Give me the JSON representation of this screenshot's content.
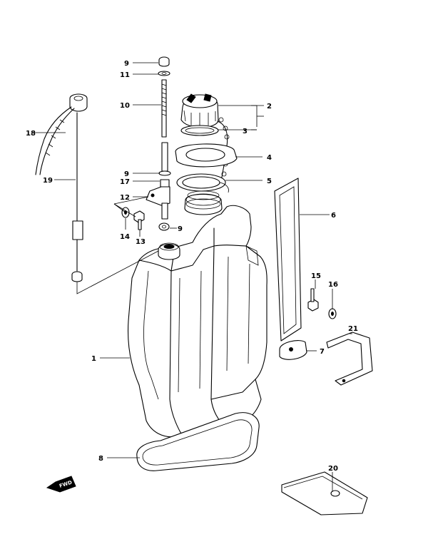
{
  "parts": [
    {
      "id": "p9a",
      "num": "9"
    },
    {
      "id": "p11",
      "num": "11"
    },
    {
      "id": "p10",
      "num": "10"
    },
    {
      "id": "p2",
      "num": "2"
    },
    {
      "id": "p3",
      "num": "3"
    },
    {
      "id": "p18",
      "num": "18"
    },
    {
      "id": "p4",
      "num": "4"
    },
    {
      "id": "p9b",
      "num": "9"
    },
    {
      "id": "p17",
      "num": "17"
    },
    {
      "id": "p5",
      "num": "5"
    },
    {
      "id": "p19",
      "num": "19"
    },
    {
      "id": "p12",
      "num": "12"
    },
    {
      "id": "p6",
      "num": "6"
    },
    {
      "id": "p9c",
      "num": "9"
    },
    {
      "id": "p14",
      "num": "14"
    },
    {
      "id": "p13",
      "num": "13"
    },
    {
      "id": "p15",
      "num": "15"
    },
    {
      "id": "p16",
      "num": "16"
    },
    {
      "id": "p21",
      "num": "21"
    },
    {
      "id": "p1",
      "num": "1"
    },
    {
      "id": "p7",
      "num": "7"
    },
    {
      "id": "p8",
      "num": "8"
    },
    {
      "id": "p20",
      "num": "20"
    }
  ],
  "fwd_mark": "FWD"
}
